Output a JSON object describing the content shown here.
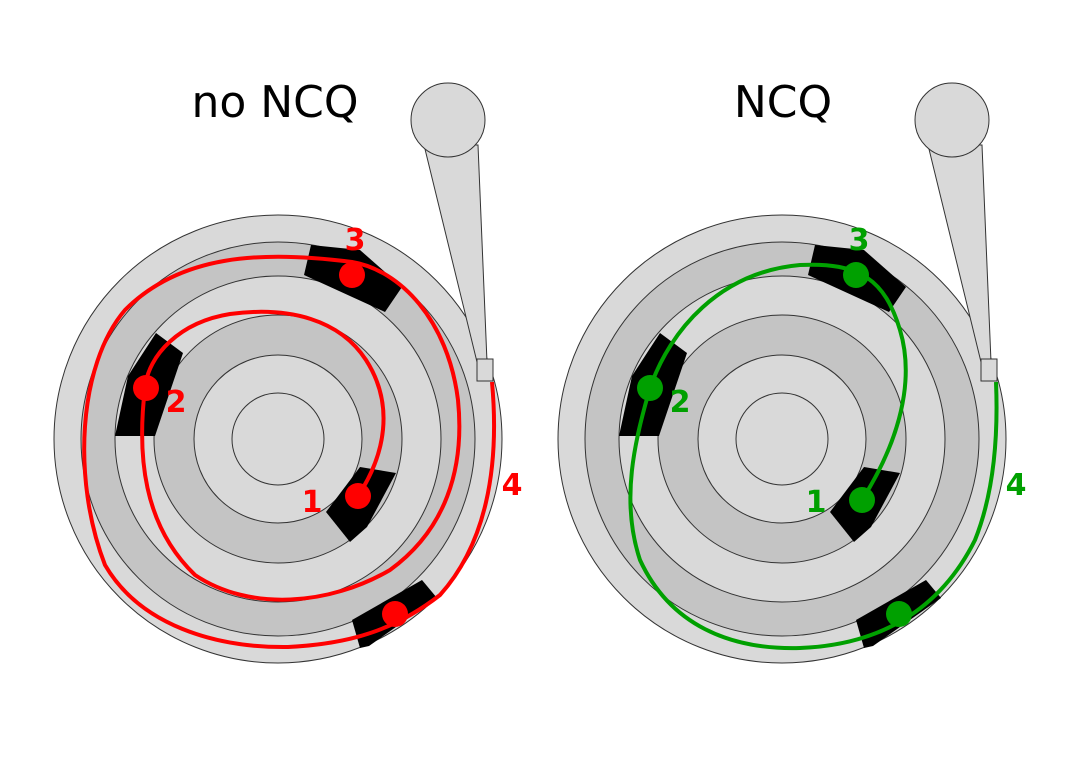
{
  "panels": [
    {
      "id": "left",
      "title": "no NCQ",
      "color": "#ff0000",
      "labels": [
        "1",
        "2",
        "3",
        "4"
      ]
    },
    {
      "id": "right",
      "title": "NCQ",
      "color": "#00a000",
      "labels": [
        "1",
        "2",
        "3",
        "4"
      ]
    }
  ],
  "colors": {
    "platter_light": "#d9d9d9",
    "platter_dark": "#c4c4c4",
    "outline": "#333333",
    "sector": "#000000"
  }
}
